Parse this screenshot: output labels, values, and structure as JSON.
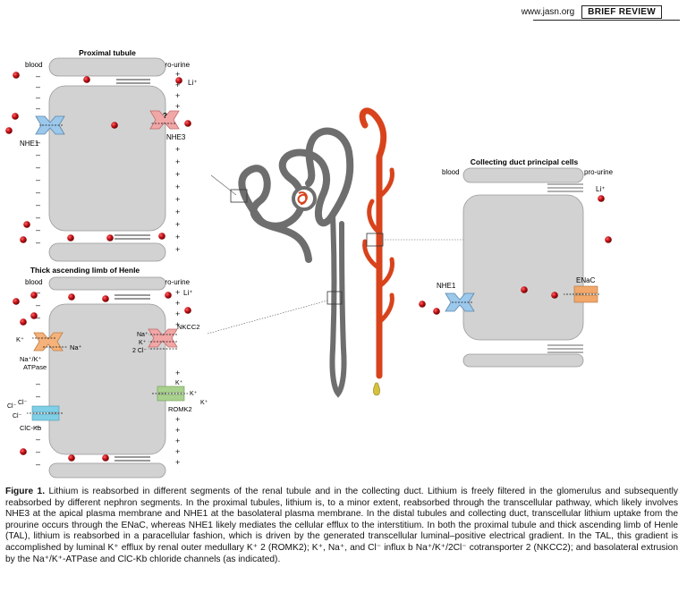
{
  "header": {
    "site": "www.jasn.org",
    "section": "BRIEF REVIEW"
  },
  "panels": {
    "proximal": {
      "title": "Proximal tubule",
      "blood": "blood",
      "prourine": "pro-urine",
      "li": "Li⁺",
      "nhe1": "NHE1",
      "nhe3": "NHE3",
      "q": "?"
    },
    "tal": {
      "title": "Thick ascending limb of Henle",
      "blood": "blood",
      "prourine": "pro-urine",
      "li": "Li⁺",
      "nkcc2": "NKCC2",
      "nkcc_na": "Na⁺",
      "nkcc_k": "K⁺",
      "nkcc_cl": "2 Cl⁻",
      "atpase_k": "K⁺",
      "atpase_na": "Na⁺",
      "atpase": "Na⁺/K⁺",
      "atpase2": "ATPase",
      "romk": "ROMK2",
      "romk_k1": "K⁺",
      "romk_k2": "K⁺",
      "romk_k3": "K⁺",
      "clc": "ClC-Kb",
      "clc_cl1": "Cl⁻",
      "clc_cl2": "Cl⁻",
      "clc_cl3": "Cl⁻"
    },
    "cd": {
      "title": "Collecting duct principal cells",
      "blood": "blood",
      "prourine": "pro-urine",
      "li": "Li⁺",
      "nhe1": "NHE1",
      "enac": "ENaC"
    }
  },
  "colors": {
    "cell": "#d2d2d2",
    "lithium": "#b8141c",
    "nhe": "#9cc8ec",
    "nhe3": "#f2a7a7",
    "atpase": "#f5b27a",
    "romk": "#a9d18e",
    "clc": "#7fcfe6",
    "enac": "#f3a86b",
    "tubule": "#d8431c",
    "nephron_gray": "#6e6e6e"
  },
  "caption": {
    "label": "Figure 1.",
    "text": " Lithium is reabsorbed in different segments of the renal tubule and in the collecting duct. Lithium is freely filtered in the glomerulus and subsequently reabsorbed by different nephron segments. In the proximal tubules, lithium is, to a minor extent, reabsorbed through the transcellular pathway, which likely involves NHE3 at the apical plasma membrane and NHE1 at the basolateral plasma membrane. In the distal tubules and collecting duct, transcellular lithium uptake from the prourine occurs through the ENaC, whereas NHE1 likely mediates the cellular efflux to the interstitium. In both the proximal tubule and thick ascending limb of Henle (TAL), lithium is reabsorbed in a paracellular fashion, which is driven by the generated transcellular luminal–positive electrical gradient. In the TAL, this gradient is accomplished by luminal K⁺ efflux by renal outer medullary K⁺ 2 (ROMK2); K⁺, Na⁺, and Cl⁻ influx b Na⁺/K⁺/2Cl⁻ cotransporter 2 (NKCC2); and basolateral extrusion by the Na⁺/K⁺-ATPase and ClC-Kb chloride channels (as indicated)."
  }
}
